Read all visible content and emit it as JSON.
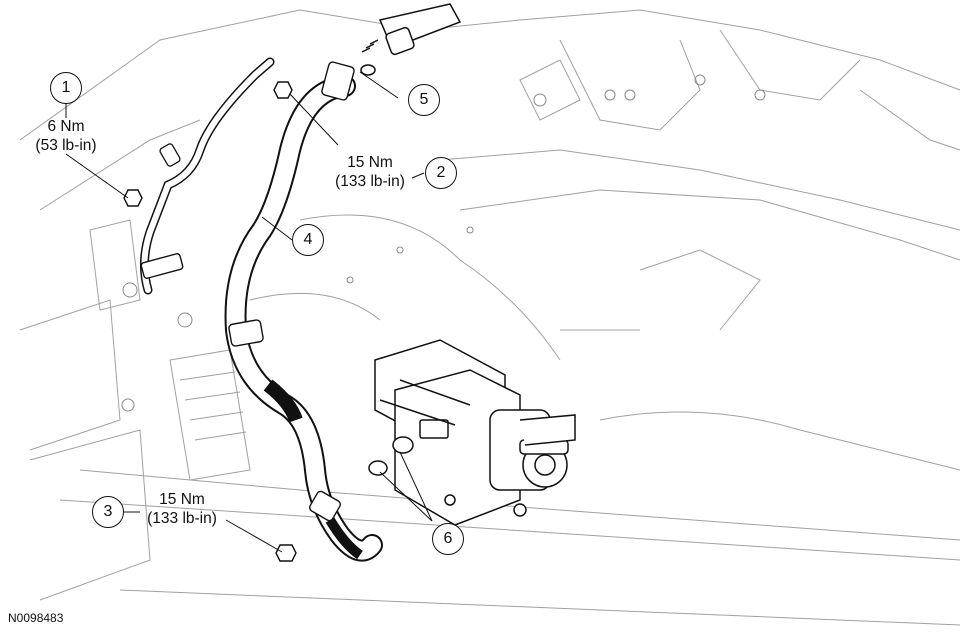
{
  "diagram": {
    "figure_id": "N0098483",
    "colors": {
      "line": "#111111",
      "faint": "#9a9a9a",
      "hose": "#1a1a1a",
      "background": "#ffffff"
    },
    "callouts": [
      {
        "id": "1",
        "label": "1",
        "spec_nm": "6 Nm",
        "spec_imperial": "(53 lb-in)"
      },
      {
        "id": "2",
        "label": "2",
        "spec_nm": "15 Nm",
        "spec_imperial": "(133 lb-in)"
      },
      {
        "id": "3",
        "label": "3",
        "spec_nm": "15 Nm",
        "spec_imperial": "(133 lb-in)"
      },
      {
        "id": "4",
        "label": "4"
      },
      {
        "id": "5",
        "label": "5"
      },
      {
        "id": "6",
        "label": "6"
      }
    ]
  }
}
